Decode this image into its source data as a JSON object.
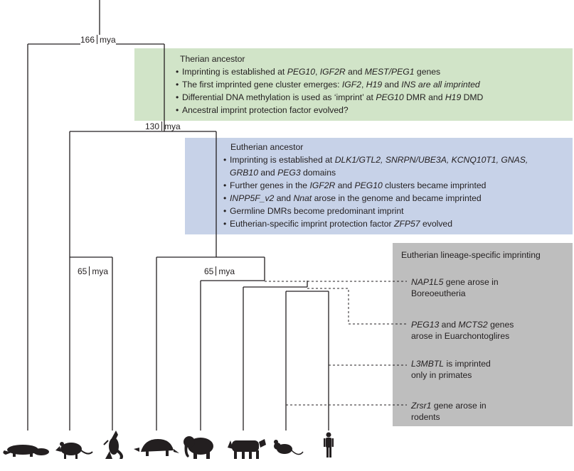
{
  "colors": {
    "therian_box": "#d1e4c8",
    "eutherian_box": "#c7d2e8",
    "lineage_box": "#bebebe",
    "line": "#231f20"
  },
  "divergences": {
    "d166": {
      "value": "166",
      "unit": "mya"
    },
    "d130": {
      "value": "130",
      "unit": "mya"
    },
    "d65_marsupial": {
      "value": "65",
      "unit": "mya"
    },
    "d65_eutherian": {
      "value": "65",
      "unit": "mya"
    }
  },
  "therian": {
    "title": "Therian ancestor",
    "items": [
      {
        "a": "Imprinting is established at ",
        "b": "PEG10",
        "c": ", ",
        "d": "IGF2R",
        "e": " and ",
        "f": "MEST/PEG1",
        "g": " genes"
      },
      {
        "a": "The first imprinted gene cluster emerges: ",
        "b": "IGF2",
        "c": ", ",
        "d": "H19",
        "e": " and ",
        "f": "INS are all imprinted"
      },
      {
        "a": "Differential DNA methylation is used as ‘imprint’ at ",
        "b": "PEG10",
        "c": " DMR and ",
        "d": "H19",
        "e": " DMD"
      },
      {
        "a": "Ancestral imprint protection factor evolved?"
      }
    ]
  },
  "eutherian": {
    "title": "Eutherian ancestor",
    "items": [
      {
        "a": "Imprinting is established at ",
        "b": "DLK1/GTL2, SNRPN/UBE3A, KCNQ10T1, GNAS,",
        "c": "GRB10",
        "d": " and ",
        "e": "PEG3",
        "f": " domains"
      },
      {
        "a": "Further genes in the ",
        "b": "IGF2R",
        "c": " and ",
        "d": "PEG10",
        "e": " clusters became imprinted"
      },
      {
        "a": "INPP5F_v2",
        "b": " and ",
        "c": "Nnat",
        "d": " arose in the genome and became imprinted"
      },
      {
        "a": "Germline DMRs become predominant imprint"
      },
      {
        "a": "Eutherian-specific imprint protection factor ",
        "b": "ZFP57",
        "c": " evolved"
      }
    ]
  },
  "lineage": {
    "title": "Eutherian lineage-specific imprinting",
    "notes": [
      {
        "gene": "NAP1L5",
        "rest1": " gene arose in",
        "line2": "Boreoeutheria"
      },
      {
        "gene": "PEG13",
        "mid": " and ",
        "gene2": "MCTS2",
        "rest1": " genes",
        "line2": "arose in Euarchontoglires"
      },
      {
        "gene": "L3MBTL",
        "rest1": " is imprinted",
        "line2": "only in primates"
      },
      {
        "gene": "Zrsr1",
        "rest1": " gene arose in",
        "line2": "rodents"
      }
    ]
  },
  "taxa": [
    {
      "icon": "platypus-icon"
    },
    {
      "icon": "opossum-icon"
    },
    {
      "icon": "kangaroo-icon"
    },
    {
      "icon": "armadillo-icon"
    },
    {
      "icon": "elephant-icon"
    },
    {
      "icon": "cow-icon"
    },
    {
      "icon": "mouse-icon"
    },
    {
      "icon": "human-icon"
    }
  ]
}
